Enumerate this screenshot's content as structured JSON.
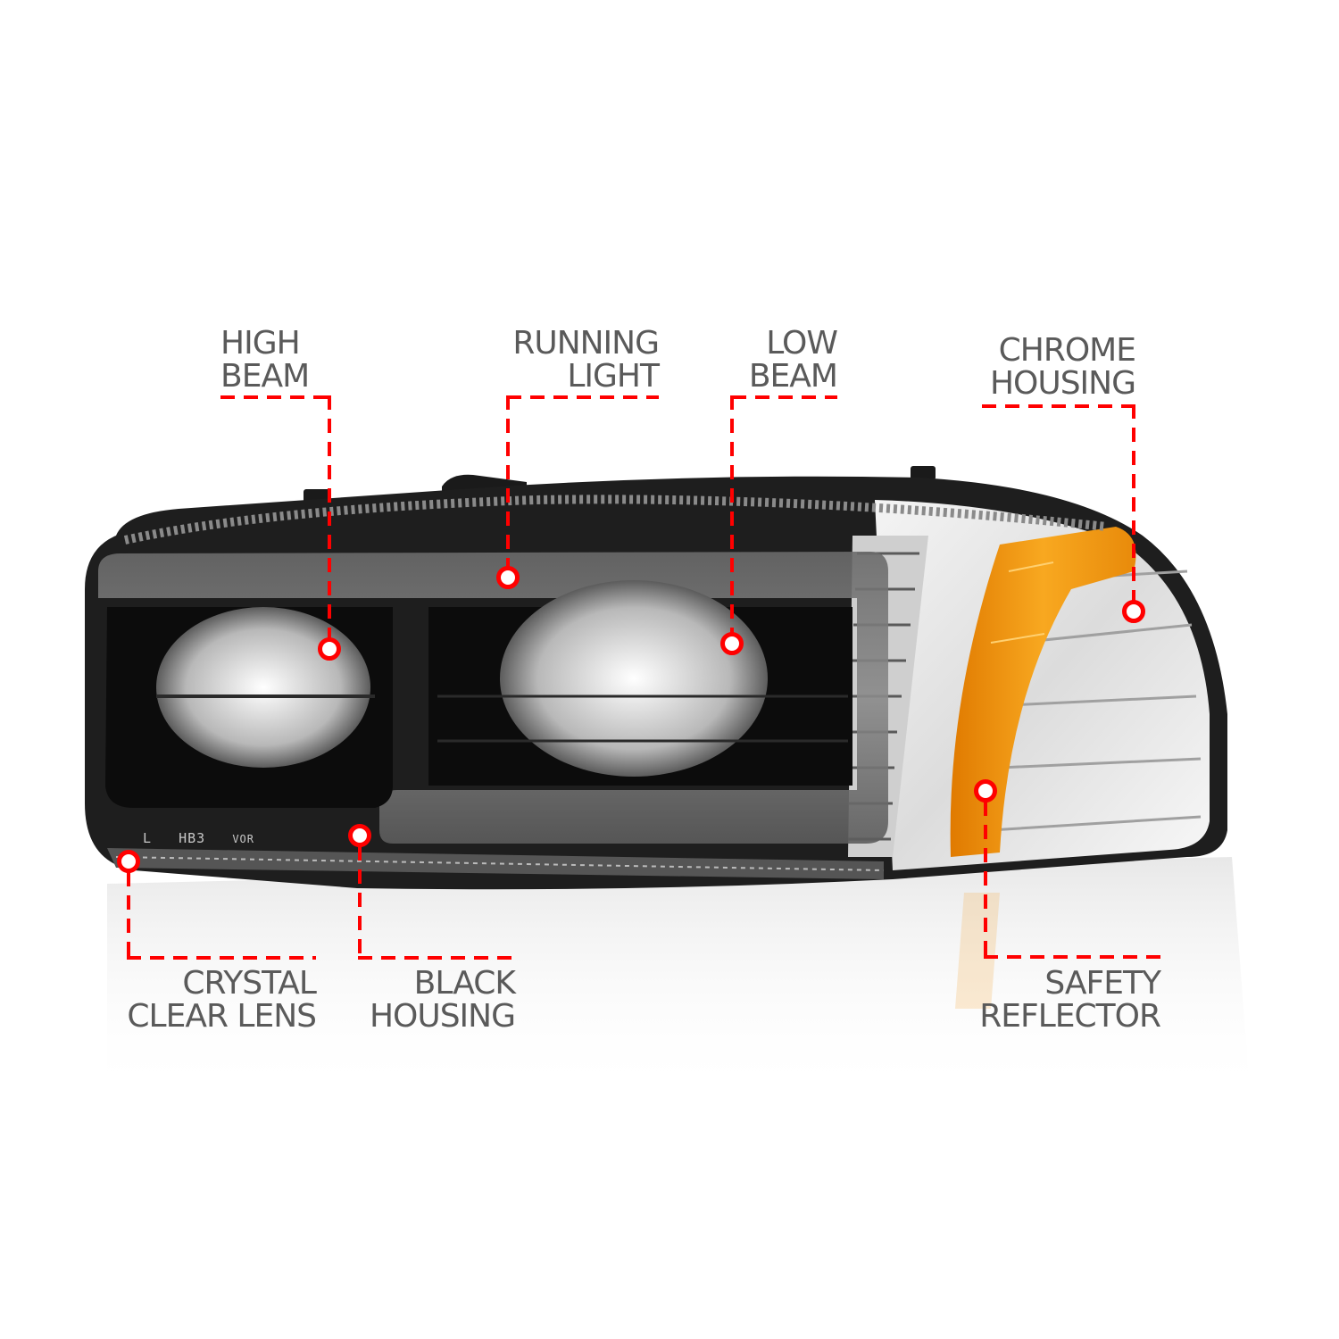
{
  "image": {
    "subject": "headlamp assembly feature callouts",
    "background_color": "#ffffff",
    "accent_color": "#ff0000",
    "label_color": "#5a5a5a",
    "reflector_color": "#f5a21a"
  },
  "callouts": {
    "high_beam": {
      "line1": "HIGH",
      "line2": "BEAM"
    },
    "running_light": {
      "line1": "RUNNING",
      "line2": "LIGHT"
    },
    "low_beam": {
      "line1": "LOW",
      "line2": "BEAM"
    },
    "chrome_housing": {
      "line1": "CHROME",
      "line2": "HOUSING"
    },
    "crystal_clear_lens": {
      "line1": "CRYSTAL",
      "line2": "CLEAR LENS"
    },
    "black_housing": {
      "line1": "BLACK",
      "line2": "HOUSING"
    },
    "safety_reflector": {
      "line1": "SAFETY",
      "line2": "REFLECTOR"
    }
  },
  "lens_markings": {
    "side": "L",
    "bulb": "HB3",
    "aim": "VOR"
  }
}
